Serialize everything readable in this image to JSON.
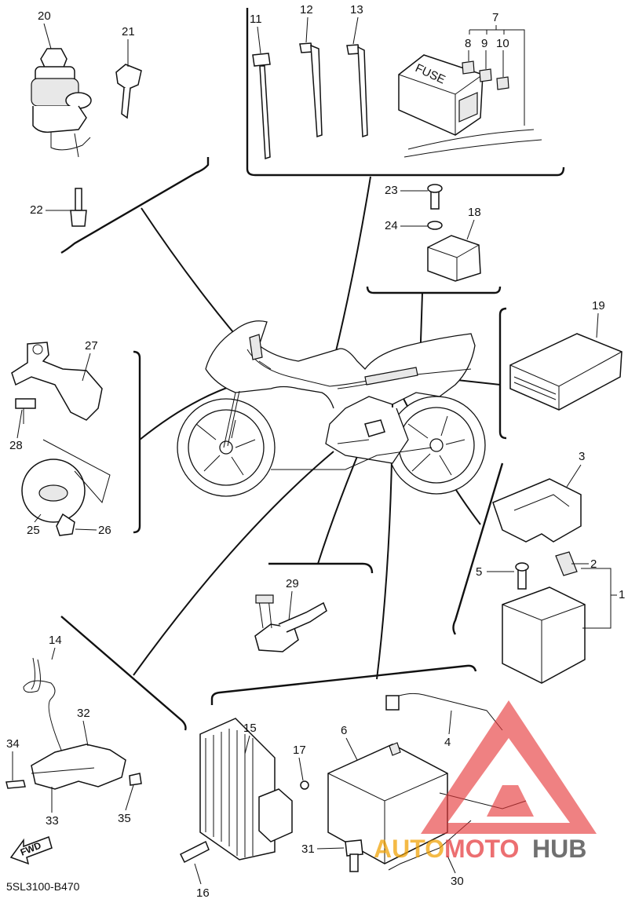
{
  "diagram": {
    "code": "5SL3100-B470",
    "fwd_label": "FWD",
    "fuse_label": "FUSE",
    "labels": [
      "1",
      "2",
      "3",
      "4",
      "5",
      "6",
      "7",
      "8",
      "9",
      "10",
      "11",
      "12",
      "13",
      "14",
      "15",
      "16",
      "17",
      "18",
      "19",
      "20",
      "21",
      "22",
      "23",
      "24",
      "25",
      "26",
      "27",
      "28",
      "29",
      "30",
      "31",
      "32",
      "33",
      "34",
      "35"
    ]
  },
  "watermark": {
    "part1": "AUTO",
    "part2": "MOTO",
    "part3": "HUB",
    "color_red": "#e5393b",
    "color_orange": "#f0a000",
    "color_gray": "#3a3a3a"
  }
}
